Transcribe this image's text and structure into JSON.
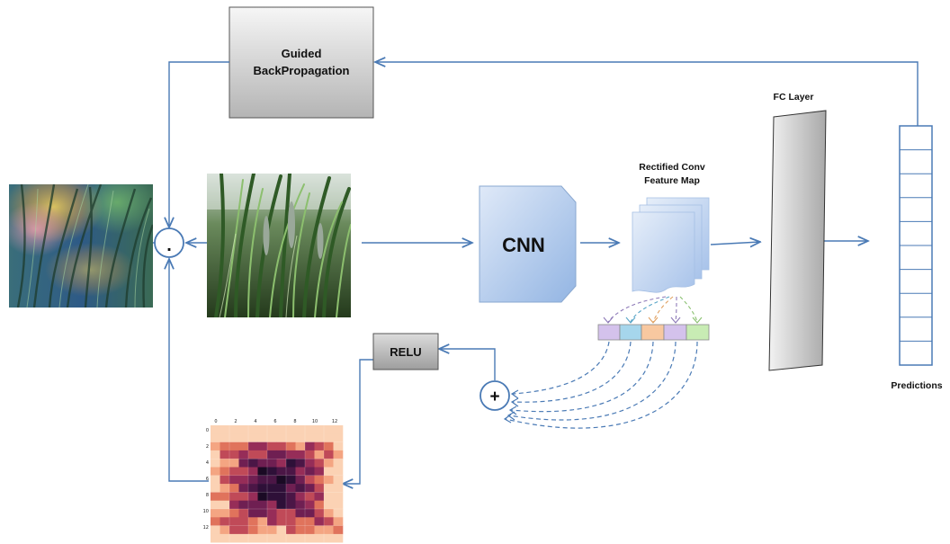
{
  "labels": {
    "guided_line1": "Guided",
    "guided_line2": "BackPropagation",
    "cnn": "CNN",
    "feature_map_line1": "Rectified Conv",
    "feature_map_line2": "Feature Map",
    "fc_layer": "FC Layer",
    "predictions": "Predictions",
    "relu": "RELU",
    "multiply_op": ".",
    "sum_op": "+"
  },
  "heatmap": {
    "tick_labels": [
      "0",
      "2",
      "4",
      "6",
      "8",
      "10",
      "12"
    ]
  },
  "colors": {
    "arrow": "#4a7ab5",
    "cnn_fill": "#a6c4ec",
    "fc_fill": "#c6c6c6",
    "relu_fill": "#b8b8b8",
    "guided_fill": "#c6c6c6",
    "segment_colors": [
      "#d4c2ec",
      "#a6d6ec",
      "#f8c8a0",
      "#d4c2ec",
      "#c8ecb4"
    ]
  },
  "predictions_cell_count": 10
}
